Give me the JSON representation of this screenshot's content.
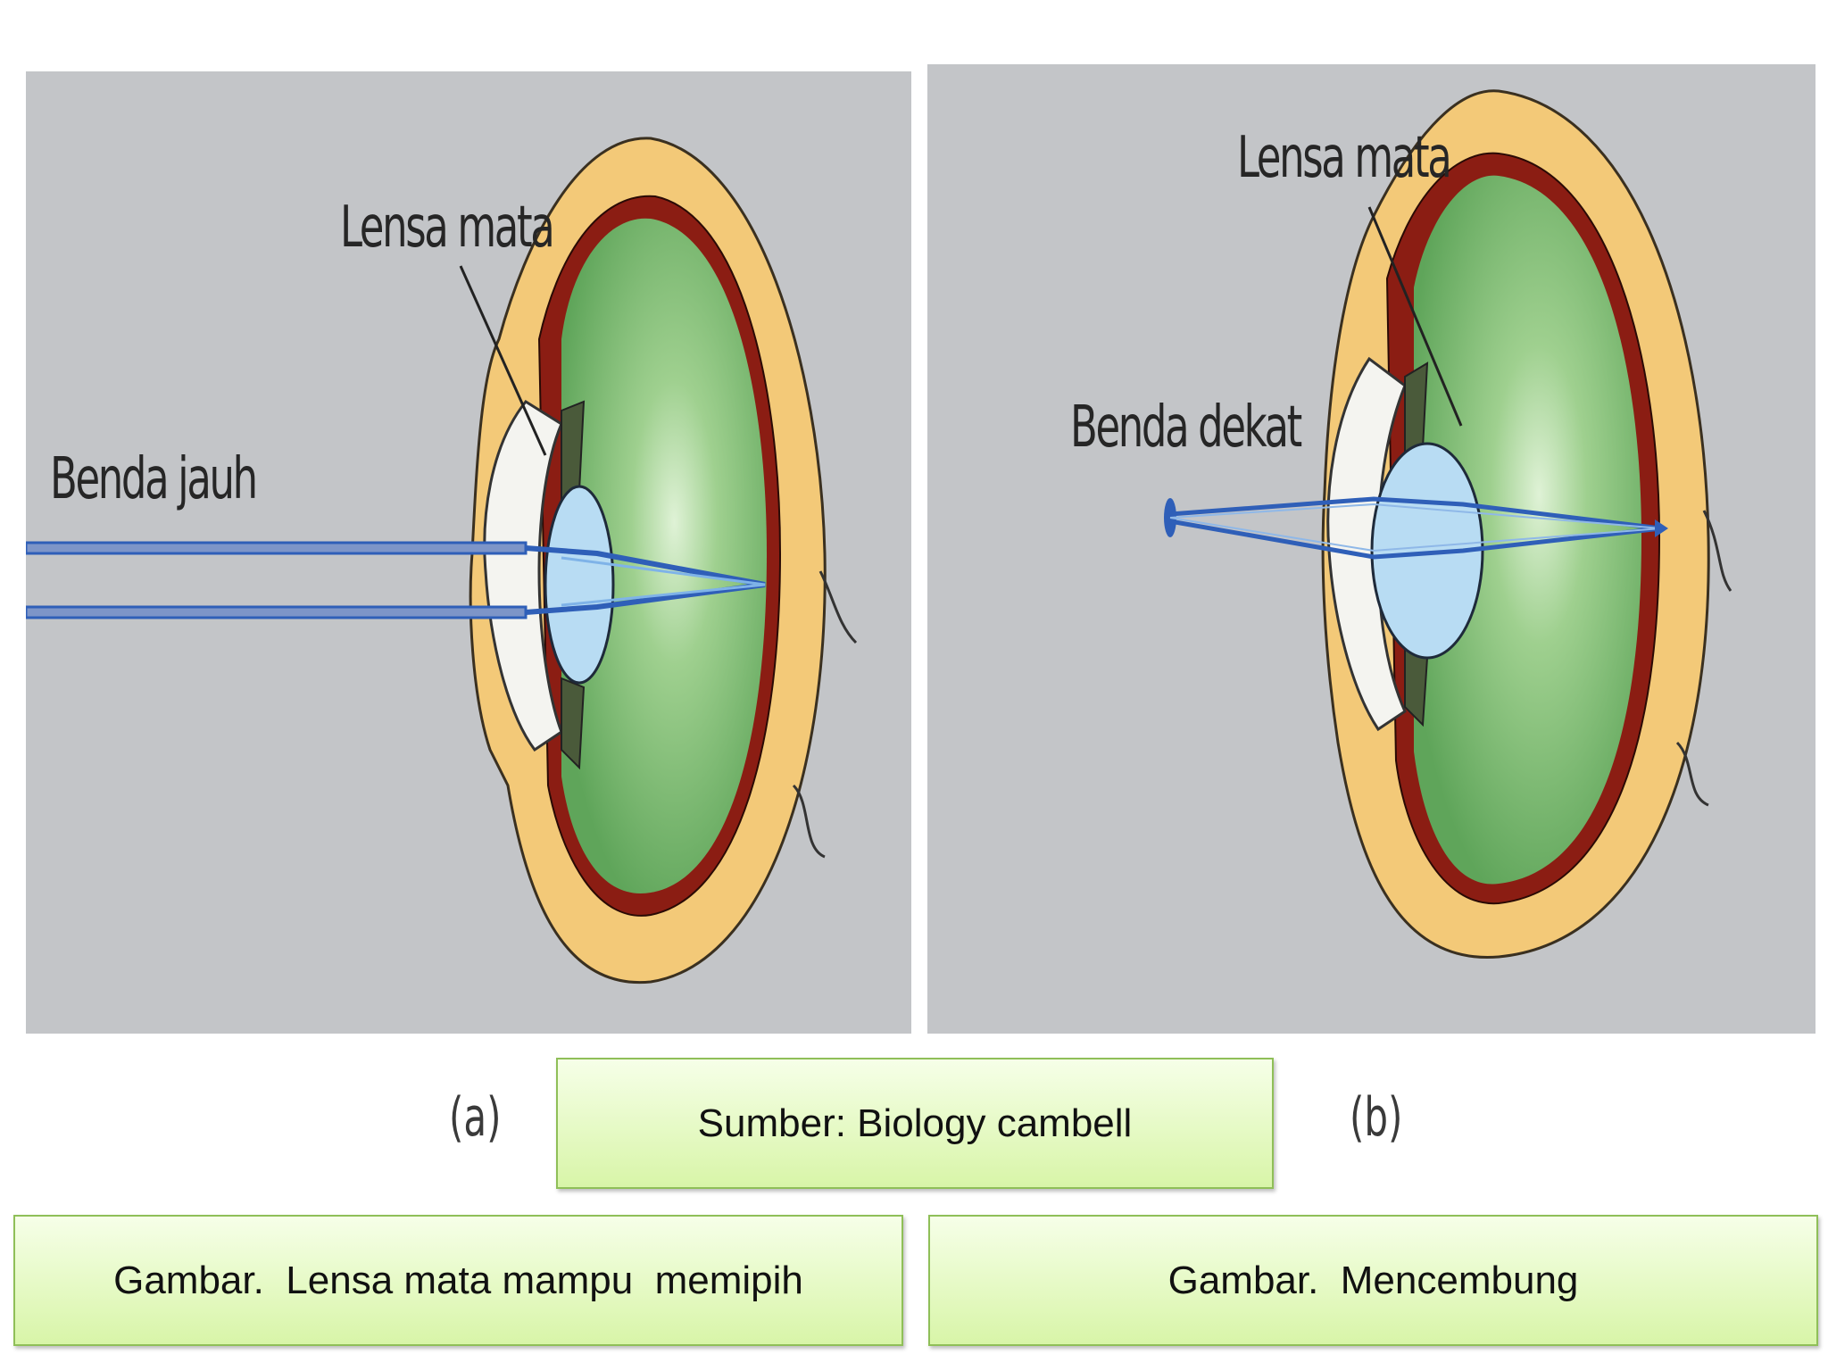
{
  "panel_a": {
    "label_lens": "Lensa mata",
    "label_object": "Benda jauh",
    "subfigure": "(a)"
  },
  "panel_b": {
    "label_lens": "Lensa mata",
    "label_object": "Benda dekat",
    "subfigure": "(b)"
  },
  "source_box": "Sumber: Biology cambell",
  "caption_a": "Gambar.  Lensa mata mampu  memipih",
  "caption_b": "Gambar.  Mencembung",
  "colors": {
    "background": "#c3c5c8",
    "sclera": "#f3c978",
    "choroid": "#8b1d13",
    "vitreous": "#7bbf6e",
    "lens": "#b8dcf3",
    "ray": "#2f5fb8",
    "caption_fill": "#e4f8c4"
  }
}
